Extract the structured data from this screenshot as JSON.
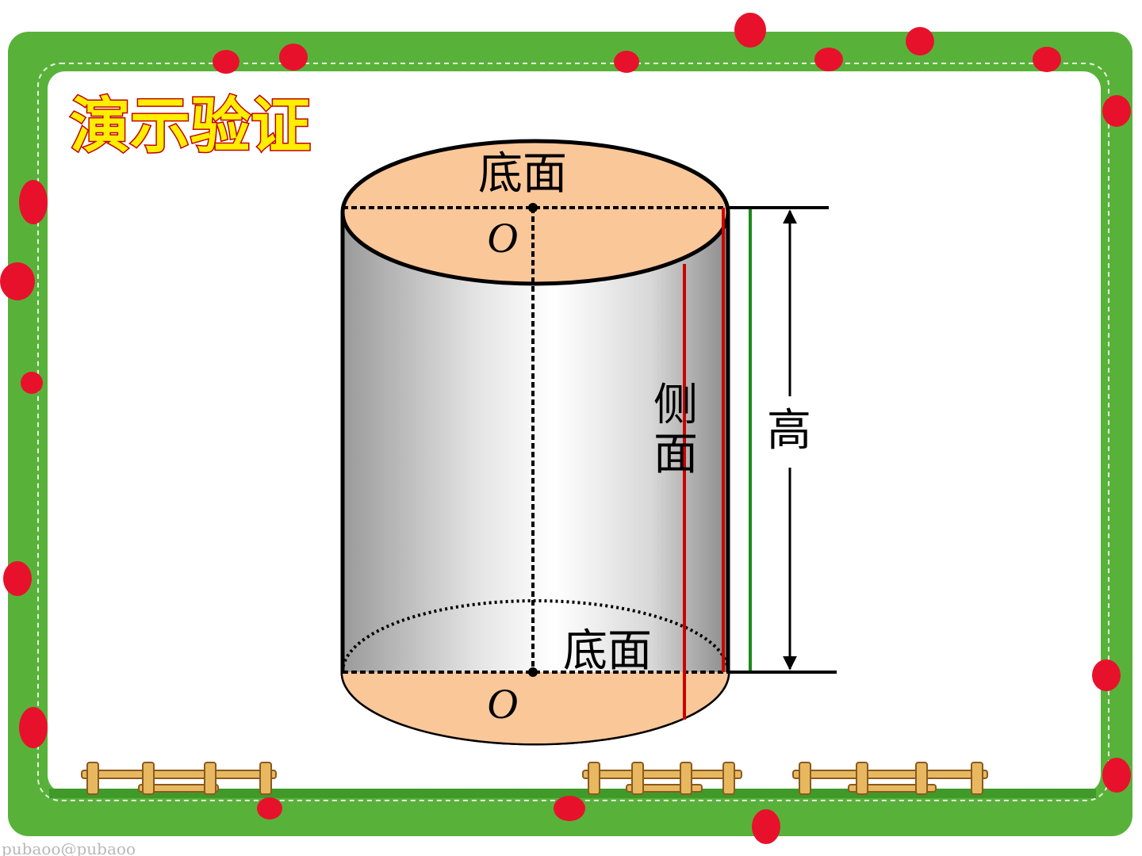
{
  "title": "演示验证",
  "labels": {
    "top_base": "底面",
    "bottom_base": "底面",
    "top_center": "O",
    "bottom_center": "O",
    "lateral_top": "侧",
    "lateral_bottom": "面",
    "height": "高"
  },
  "watermark": "pubaoo@pubaoo",
  "colors": {
    "frame_green": "#58b23a",
    "berry_red": "#e8112b",
    "base_fill": "#fac799",
    "title_yellow": "#ffee00",
    "title_outline": "#c00000",
    "highlight_red": "#cc0000",
    "highlight_green": "#1a8a1a",
    "fence_tan": "#e8b860"
  }
}
